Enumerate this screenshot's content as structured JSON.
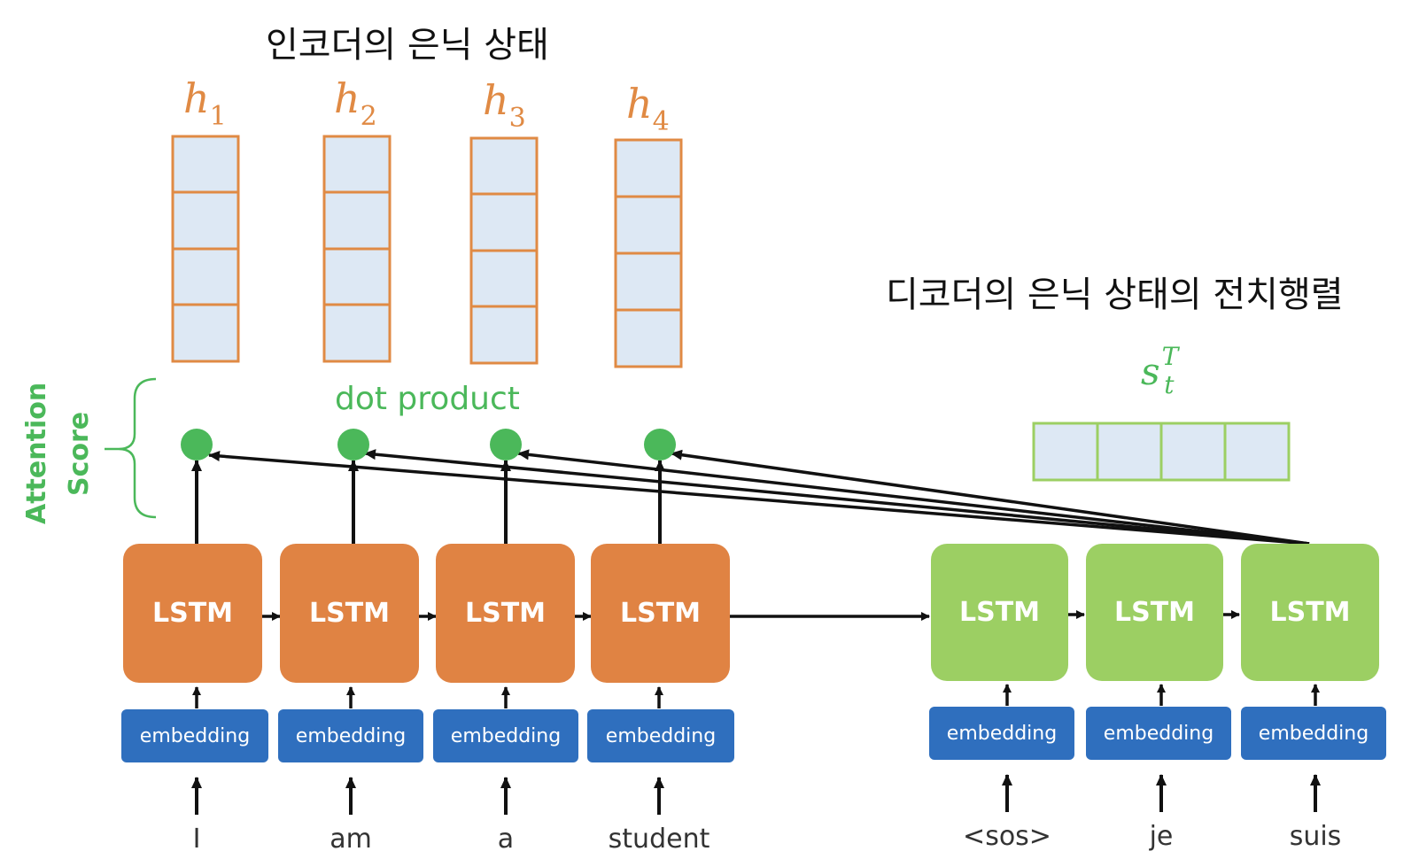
{
  "titles": {
    "encoder_states": "인코더의 은닉 상태",
    "decoder_transpose": "디코더의 은닉 상태의 전치행렬"
  },
  "hidden_states": [
    {
      "name": "h",
      "sub": "1"
    },
    {
      "name": "h",
      "sub": "2"
    },
    {
      "name": "h",
      "sub": "3"
    },
    {
      "name": "h",
      "sub": "4"
    }
  ],
  "decoder_state": {
    "name": "s",
    "sup": "T",
    "sub": "t"
  },
  "dot_product_label": "dot product",
  "attention_score_label": [
    "Attention",
    "Score"
  ],
  "encoder": {
    "cell_label": "LSTM",
    "embedding_label": "embedding",
    "inputs": [
      "I",
      "am",
      "a",
      "student"
    ]
  },
  "decoder": {
    "cell_label": "LSTM",
    "embedding_label": "embedding",
    "inputs": [
      "<sos>",
      "je",
      "suis"
    ]
  },
  "colors": {
    "encoder": "#e08343",
    "decoder": "#9ccf63",
    "embedding": "#2f6fbe",
    "hidden_fill": "#dde8f4",
    "hidden_border": "#e08a44",
    "accent_green": "#4bb85a"
  }
}
